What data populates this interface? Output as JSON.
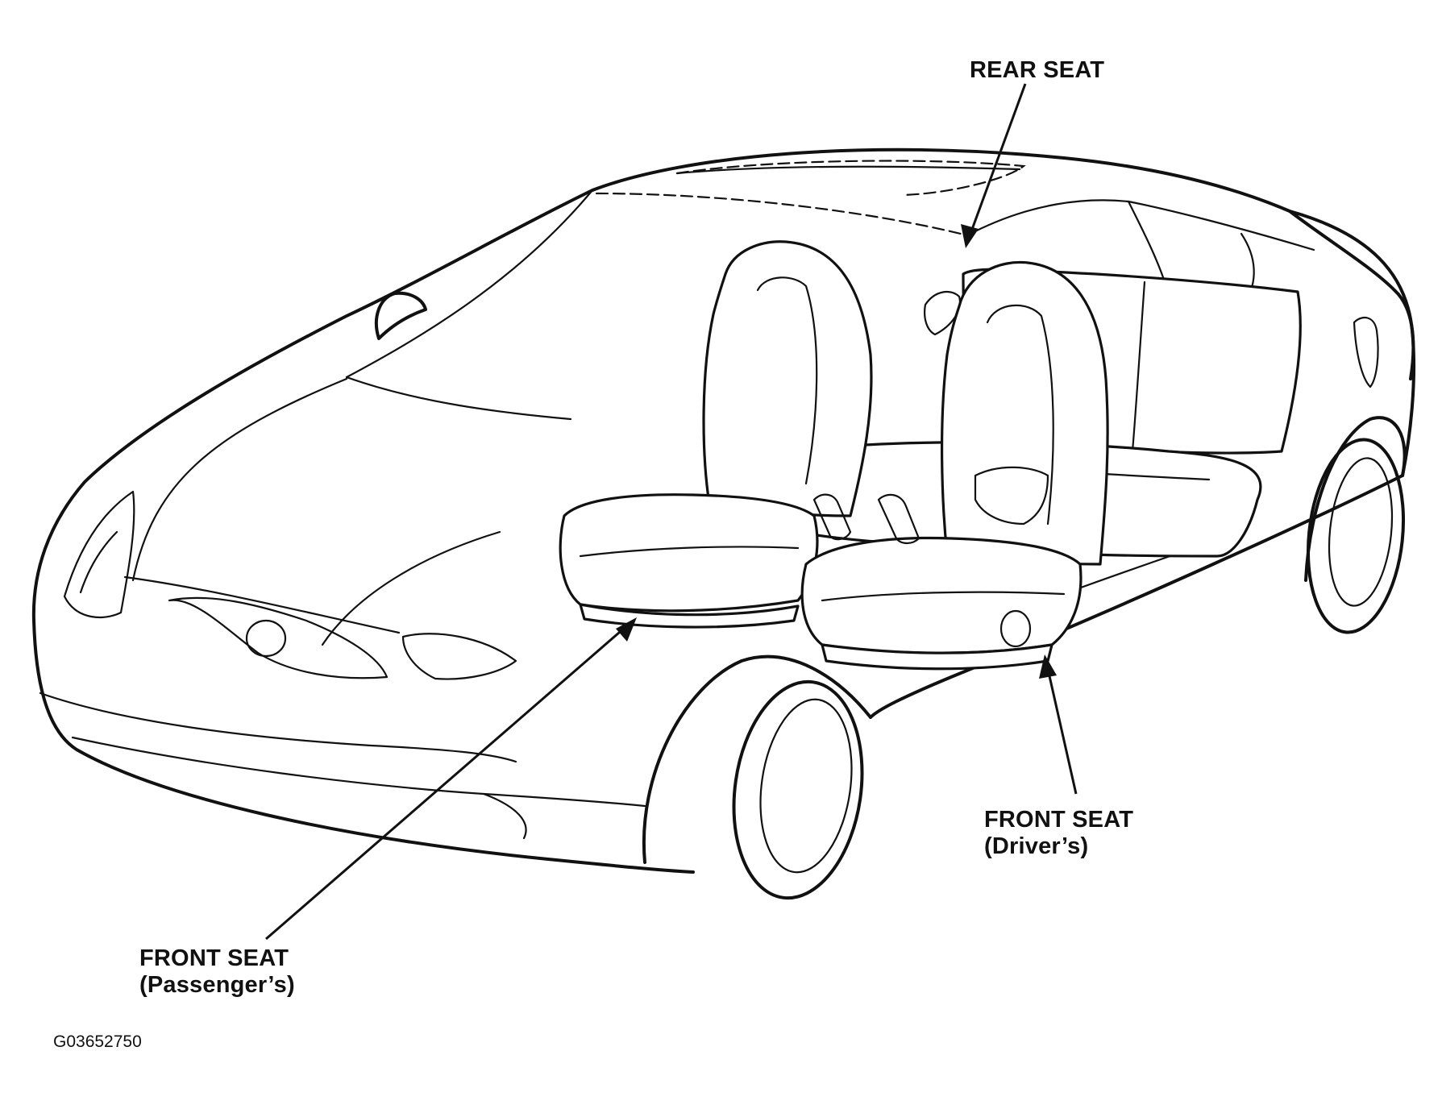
{
  "labels": {
    "rear_seat": "REAR SEAT",
    "front_seat_drivers_line1": "FRONT SEAT",
    "front_seat_drivers_line2": "(Driver’s)",
    "front_seat_passengers_line1": "FRONT SEAT",
    "front_seat_passengers_line2": "(Passenger’s)"
  },
  "figure_id": "G03652750",
  "colors": {
    "line": "#111111",
    "background": "#ffffff"
  }
}
